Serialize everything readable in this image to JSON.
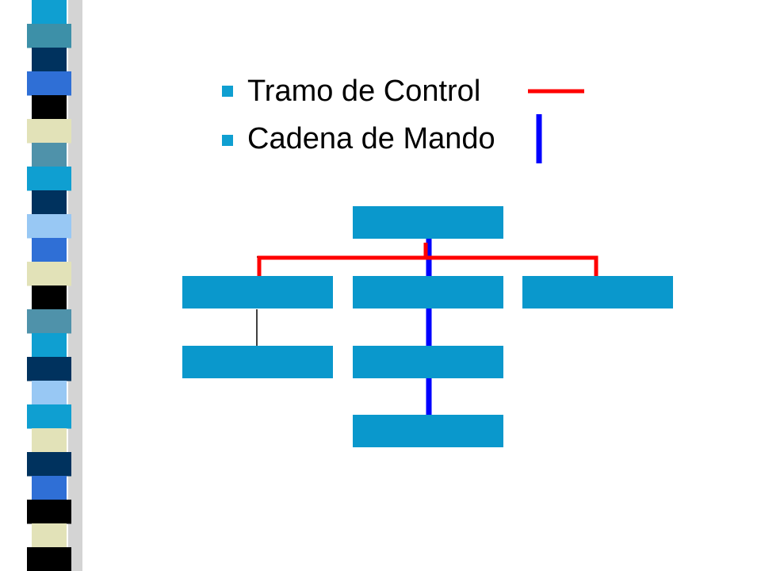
{
  "legend": {
    "items": [
      {
        "label": "Tramo de Control",
        "line": "horizontal",
        "color": "#ff0000"
      },
      {
        "label": "Cadena de Mando",
        "line": "vertical",
        "color": "#0000ff"
      }
    ],
    "bullet_color": "#0f9fd1"
  },
  "diagram": {
    "box_color": "#0a98cc",
    "span_of_control_color": "#ff0000",
    "chain_of_command_color": "#0000ff",
    "connector_color": "#000000",
    "boxes": [
      {
        "id": "top",
        "level": 0,
        "label": ""
      },
      {
        "id": "l1-left",
        "level": 1,
        "label": ""
      },
      {
        "id": "l1-center",
        "level": 1,
        "label": ""
      },
      {
        "id": "l1-right",
        "level": 1,
        "label": ""
      },
      {
        "id": "l2-left",
        "level": 2,
        "label": ""
      },
      {
        "id": "l2-center",
        "level": 2,
        "label": ""
      },
      {
        "id": "l3-center",
        "level": 3,
        "label": ""
      }
    ]
  },
  "decoration": {
    "stripe_colors": [
      "#0f9fd1",
      "#3d90a8",
      "#00325e",
      "#2f6fd6",
      "#000000",
      "#e2e2b8",
      "#4f92aa",
      "#0f9fd1",
      "#00325e",
      "#98c8f4",
      "#2f6fd6",
      "#e2e2b8",
      "#000000",
      "#4f92aa",
      "#0f9fd1",
      "#00325e",
      "#98c8f4",
      "#0f9fd1",
      "#e2e2b8",
      "#00325e",
      "#2f6fd6",
      "#000000",
      "#e2e2b8",
      "#000000"
    ]
  }
}
